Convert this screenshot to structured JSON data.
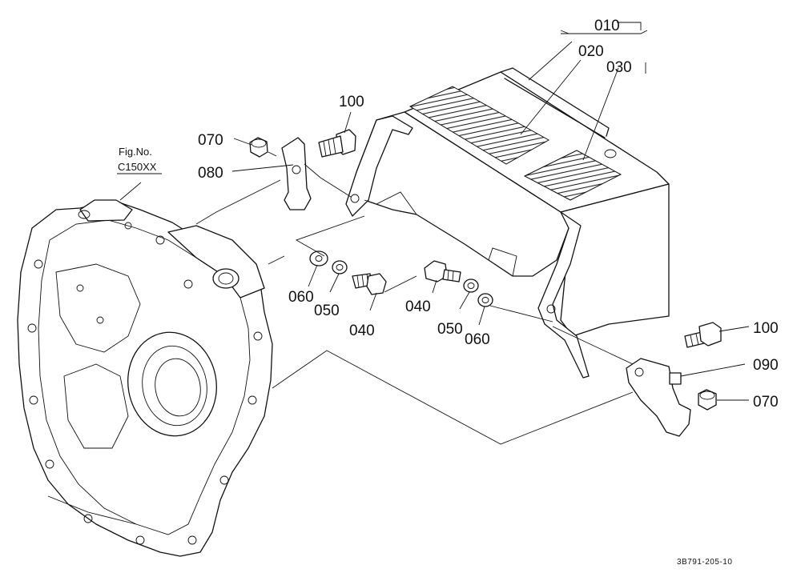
{
  "figure": {
    "fig_label": "Fig.No.",
    "fig_number": "C150XX",
    "drawing_code": "3B791-205-10"
  },
  "callouts": {
    "p010": "010",
    "p020": "020",
    "p030": "030",
    "p040_left": "040",
    "p040_mid": "040",
    "p050_left": "050",
    "p050_mid": "050",
    "p060_left": "060",
    "p060_mid": "060",
    "p070_top": "070",
    "p070_right": "070",
    "p080": "080",
    "p090": "090",
    "p100_top": "100",
    "p100_right": "100"
  }
}
